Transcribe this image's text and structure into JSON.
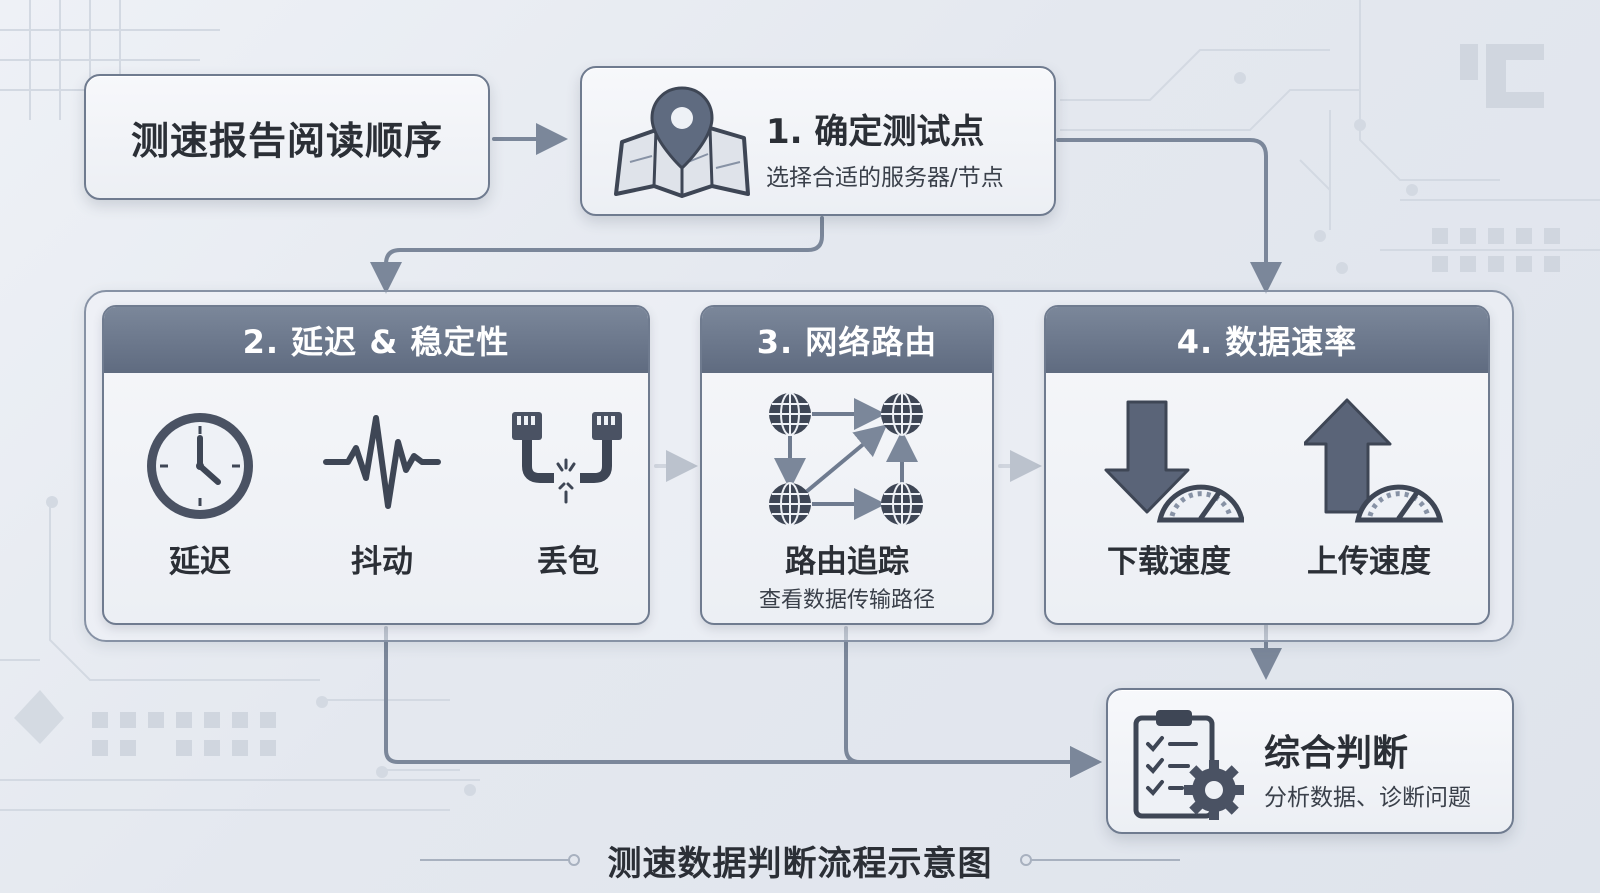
{
  "title": "测速报告阅读顺序",
  "step1": {
    "title": "1. 确定测试点",
    "subtitle": "选择合适的服务器/节点",
    "icon": "map-pin-icon"
  },
  "step2": {
    "header": "2. 延迟 & 稳定性",
    "items": [
      {
        "label": "延迟",
        "icon": "clock-icon"
      },
      {
        "label": "抖动",
        "icon": "waveform-icon"
      },
      {
        "label": "丢包",
        "icon": "broken-cable-icon"
      }
    ]
  },
  "step3": {
    "header": "3. 网络路由",
    "label": "路由追踪",
    "subtitle": "查看数据传输路径",
    "icon": "globe-network-icon"
  },
  "step4": {
    "header": "4. 数据速率",
    "items": [
      {
        "label": "下载速度",
        "icon": "download-gauge-icon"
      },
      {
        "label": "上传速度",
        "icon": "upload-gauge-icon"
      }
    ]
  },
  "final": {
    "title": "综合判断",
    "subtitle": "分析数据、诊断问题",
    "icon": "clipboard-gear-icon"
  },
  "caption": "测速数据判断流程示意图",
  "colors": {
    "accent": "#6f7b8f",
    "header": "#66728a",
    "icon": "#3e4655",
    "background": "#e6eaf0"
  }
}
